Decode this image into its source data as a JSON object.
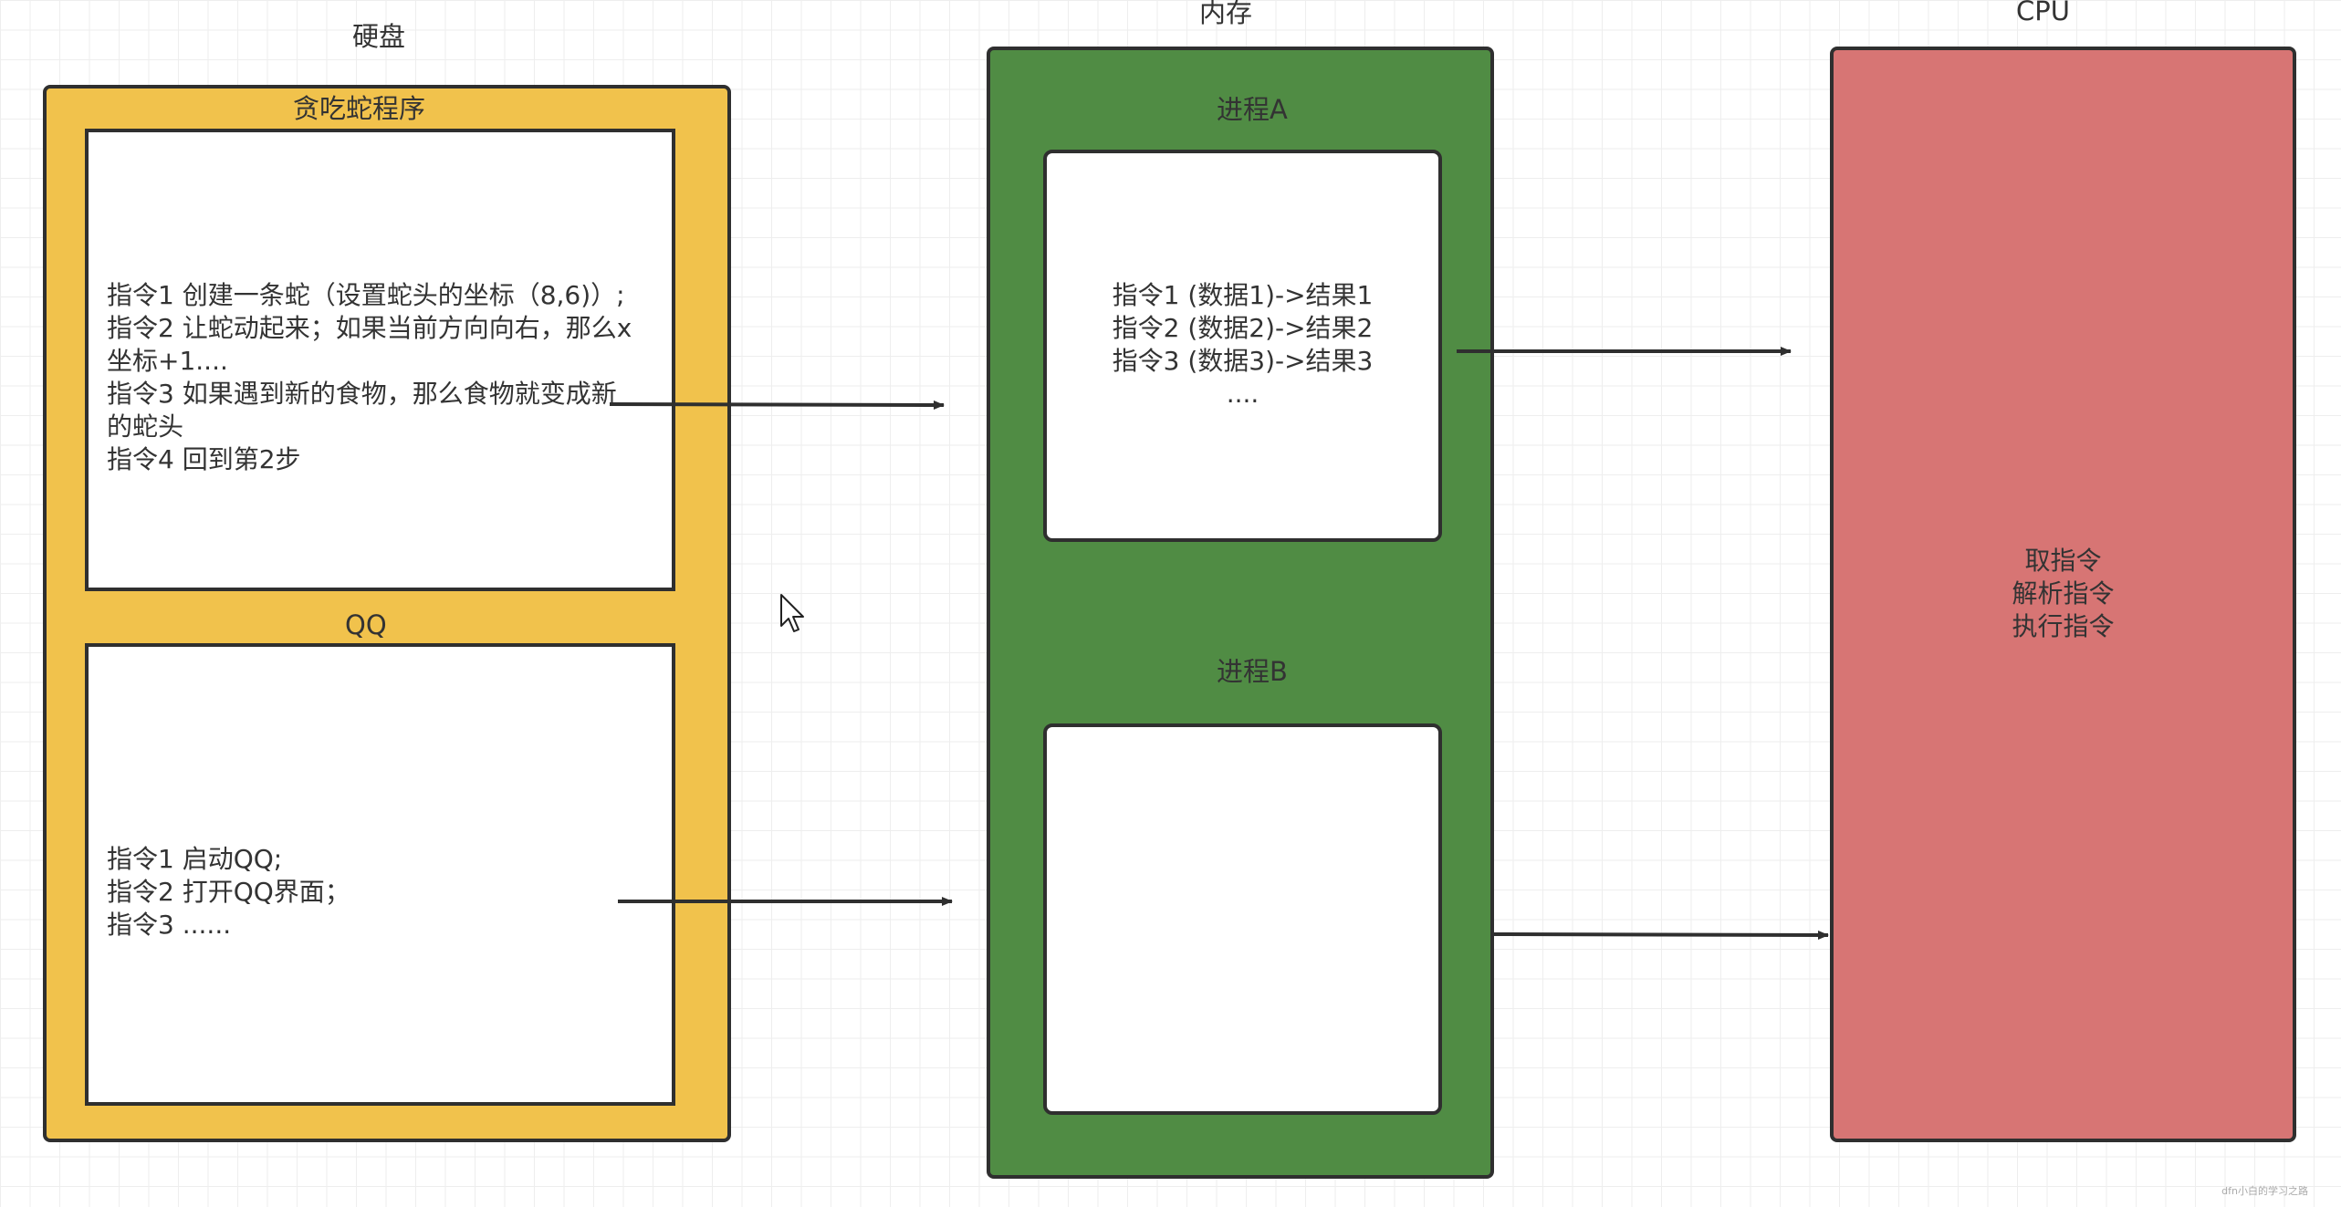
{
  "diagram": {
    "disk": {
      "title": "硬盘",
      "program1": {
        "title": "贪吃蛇程序",
        "lines": [
          "指令1 创建一条蛇（设置蛇头的坐标（8,6)）;",
          "指令2 让蛇动起来；如果当前方向向右，那么x",
          "坐标+1....",
          "指令3 如果遇到新的食物，那么食物就变成新",
          "的蛇头",
          "指令4 回到第2步"
        ]
      },
      "program2": {
        "title": "QQ",
        "lines": [
          "指令1 启动QQ;",
          "指令2 打开QQ界面；",
          "指令3 ......"
        ]
      }
    },
    "memory": {
      "title": "内存",
      "processA": {
        "title": "进程A",
        "lines": [
          "指令1 (数据1)->结果1",
          "指令2 (数据2)->结果2",
          "指令3 (数据3)->结果3",
          "...."
        ]
      },
      "processB": {
        "title": "进程B"
      }
    },
    "cpu": {
      "title": "CPU",
      "lines": [
        "取指令",
        "解析指令",
        "执行指令"
      ]
    },
    "watermark": "dfn小白的学习之路"
  },
  "colors": {
    "disk_fill": "#f1c24c",
    "memory_fill": "#508c44",
    "cpu_fill": "#d77574",
    "stroke": "#2f2f2f",
    "text": "#333333",
    "grid": "#eeeeee"
  }
}
